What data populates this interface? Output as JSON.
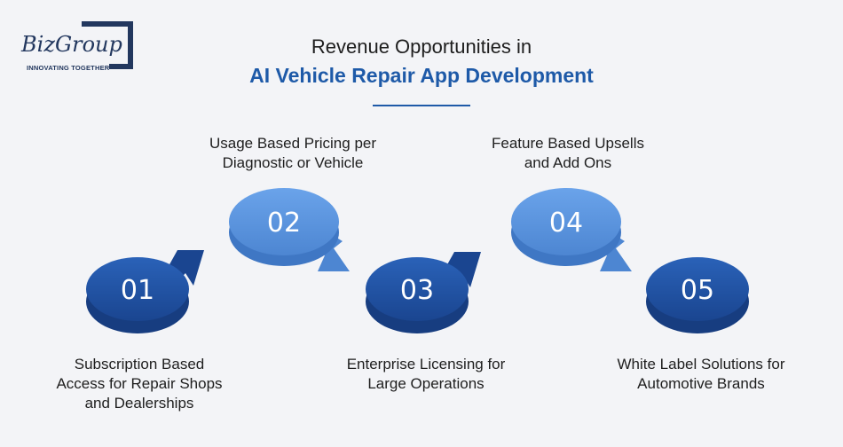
{
  "logo": {
    "name": "BizGroup",
    "tagline": "INNOVATING TOGETHER"
  },
  "title": {
    "line1": "Revenue Opportunities in",
    "line2": "AI Vehicle Repair App Development"
  },
  "steps": [
    {
      "number": "01",
      "label_lines": [
        "Subscription Based",
        "Access for Repair Shops",
        "and Dealerships"
      ]
    },
    {
      "number": "02",
      "label_lines": [
        "Usage Based Pricing per",
        "Diagnostic or Vehicle"
      ]
    },
    {
      "number": "03",
      "label_lines": [
        "Enterprise Licensing for",
        "Large Operations"
      ]
    },
    {
      "number": "04",
      "label_lines": [
        "Feature Based Upsells",
        "and Add Ons"
      ]
    },
    {
      "number": "05",
      "label_lines": [
        "White Label Solutions for",
        "Automotive Brands"
      ]
    }
  ],
  "colors": {
    "dark": "#1f4f9c",
    "light": "#5b93dd",
    "title_accent": "#1e5aa8"
  }
}
